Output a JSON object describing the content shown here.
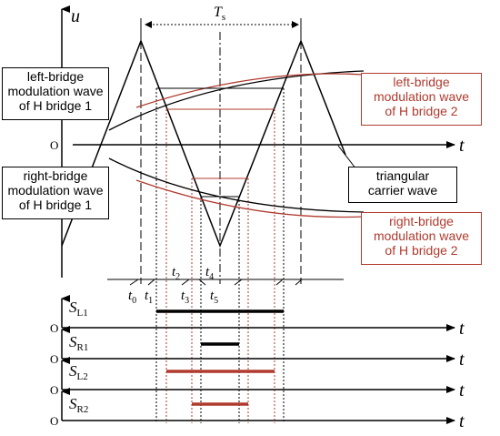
{
  "axis": {
    "u_label": "u",
    "t_label": "t",
    "origin_label": "O",
    "period_label": "T",
    "period_sub": "s"
  },
  "time_markers": [
    {
      "letter": "t",
      "sub": "0"
    },
    {
      "letter": "t",
      "sub": "1"
    },
    {
      "letter": "t",
      "sub": "2"
    },
    {
      "letter": "t",
      "sub": "3"
    },
    {
      "letter": "t",
      "sub": "4"
    },
    {
      "letter": "t",
      "sub": "5"
    }
  ],
  "labels": {
    "left_bridge_1": [
      "left-bridge",
      "modulation wave",
      "of H bridge 1"
    ],
    "right_bridge_1": [
      "right-bridge",
      "modulation wave",
      "of H bridge 1"
    ],
    "left_bridge_2": [
      "left-bridge",
      "modulation wave",
      "of H bridge 2"
    ],
    "right_bridge_2": [
      "right-bridge",
      "modulation wave",
      "of H bridge 2"
    ],
    "carrier": [
      "triangular",
      "carrier wave"
    ]
  },
  "switch_rows": [
    {
      "letter": "S",
      "sub": "L1",
      "color": "#000000"
    },
    {
      "letter": "S",
      "sub": "R1",
      "color": "#000000"
    },
    {
      "letter": "S",
      "sub": "L2",
      "color": "#b03a2e"
    },
    {
      "letter": "S",
      "sub": "R2",
      "color": "#b03a2e"
    }
  ],
  "colors": {
    "bridge1": "#000000",
    "bridge2": "#b03a2e"
  }
}
